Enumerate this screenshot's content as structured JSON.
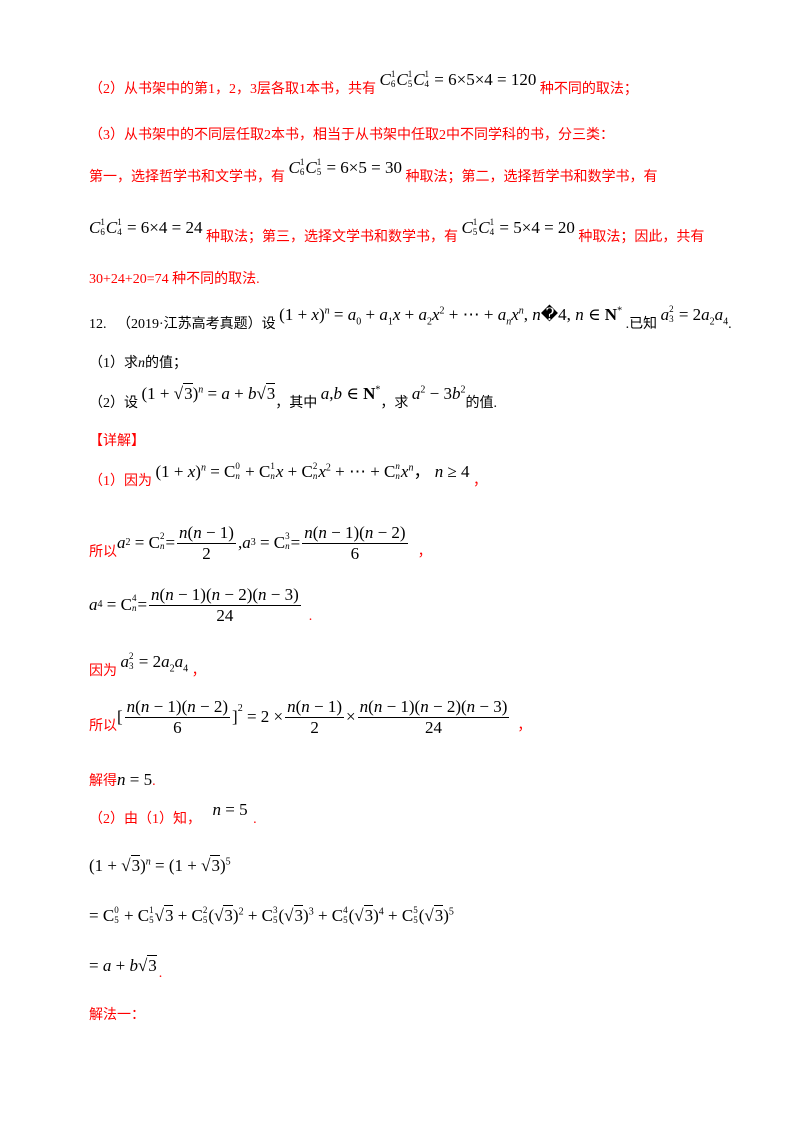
{
  "colors": {
    "answer_text": "#ff0000",
    "question_text": "#000000",
    "background": "#ffffff"
  },
  "prev_solution": {
    "part2": {
      "prefix": "（2）从书架中的第1，2，3层各取1本书，共有",
      "formula": "C₆¹C₅¹C₄¹ = 6×5×4 = 120",
      "suffix": "种不同的取法；"
    },
    "part3": {
      "text": "（3）从书架中的不同层任取2本书，相当于从书架中任取2中不同学科的书，分三类："
    },
    "case1": {
      "prefix": "第一，选择哲学书和文学书，有",
      "formula": "C₆¹C₅¹ = 6×5 = 30",
      "suffix": "种取法；第二，选择哲学书和数学书，有"
    },
    "case2": {
      "formula1": "C₆¹C₄¹ = 6×4 = 24",
      "middle": "种取法；第三，选择文学书和数学书，有",
      "formula2": "C₅¹C₄¹ = 5×4 = 20",
      "suffix": "种取法；因此，共有"
    },
    "total": {
      "text": "30+24+20=74 种不同的取法."
    }
  },
  "question": {
    "number": "12.",
    "source": "（2019·江苏高考真题）设",
    "formula": "(1+x)ⁿ = a₀ + a₁x + a₂x² + ⋯ + aₙxⁿ, n�4, n∈N*",
    "given_label": ".已知",
    "given_formula": "a₃² = 2a₂a₄",
    "end": ".",
    "sub1": {
      "prefix": "（1）求",
      "var": "n",
      "suffix": "的值；"
    },
    "sub2": {
      "prefix": "（2）设",
      "formula": "(1+√3)ⁿ = a + b√3",
      "mid1": "，其中",
      "set": "a,b∈N*",
      "mid2": "，求",
      "expr": "a² − 3b²",
      "suffix": "的值."
    }
  },
  "solution": {
    "header": "【详解】",
    "step1": {
      "prefix": "（1）因为",
      "formula": "(1+x)ⁿ = Cₙ⁰ + Cₙ¹x + Cₙ²x² + ⋯ + Cₙⁿxⁿ",
      "cond": "，n ≥ 4",
      "end": "，"
    },
    "step2": {
      "prefix": "所以",
      "a2": "a₂ = Cₙ² =",
      "a2num": "n(n−1)",
      "a2den": "2",
      "a3": ", a₃ = Cₙ³ =",
      "a3num": "n(n−1)(n−2)",
      "a3den": "6",
      "end": "，"
    },
    "step3": {
      "a4": "a₄ = Cₙ⁴ =",
      "num": "n(n−1)(n−2)(n−3)",
      "den": "24",
      "end": "."
    },
    "step4": {
      "prefix": "因为",
      "formula": "a₃² = 2a₂a₄",
      "end": "，"
    },
    "step5": {
      "prefix": "所以",
      "open": "[",
      "n1": "n(n−1)(n−2)",
      "d1": "6",
      "close": "]² = 2×",
      "n2": "n(n−1)",
      "d2": "2",
      "times": "×",
      "n3": "n(n−1)(n−2)(n−3)",
      "d3": "24",
      "end": "，"
    },
    "step6": {
      "prefix": "解得",
      "formula": "n = 5",
      "end": "."
    },
    "step7": {
      "prefix": "（2）由（1）知，",
      "formula": "n = 5",
      "end": "."
    },
    "step8": {
      "formula": "(1+√3)ⁿ = (1+√3)⁵"
    },
    "step9": {
      "formula": "= C₅⁰ + C₅¹√3 + C₅²(√3)² + C₅³(√3)³ + C₅⁴(√3)⁴ + C₅⁵(√3)⁵"
    },
    "step10": {
      "formula": "= a + b√3",
      "end": "."
    },
    "method1": "解法一："
  }
}
